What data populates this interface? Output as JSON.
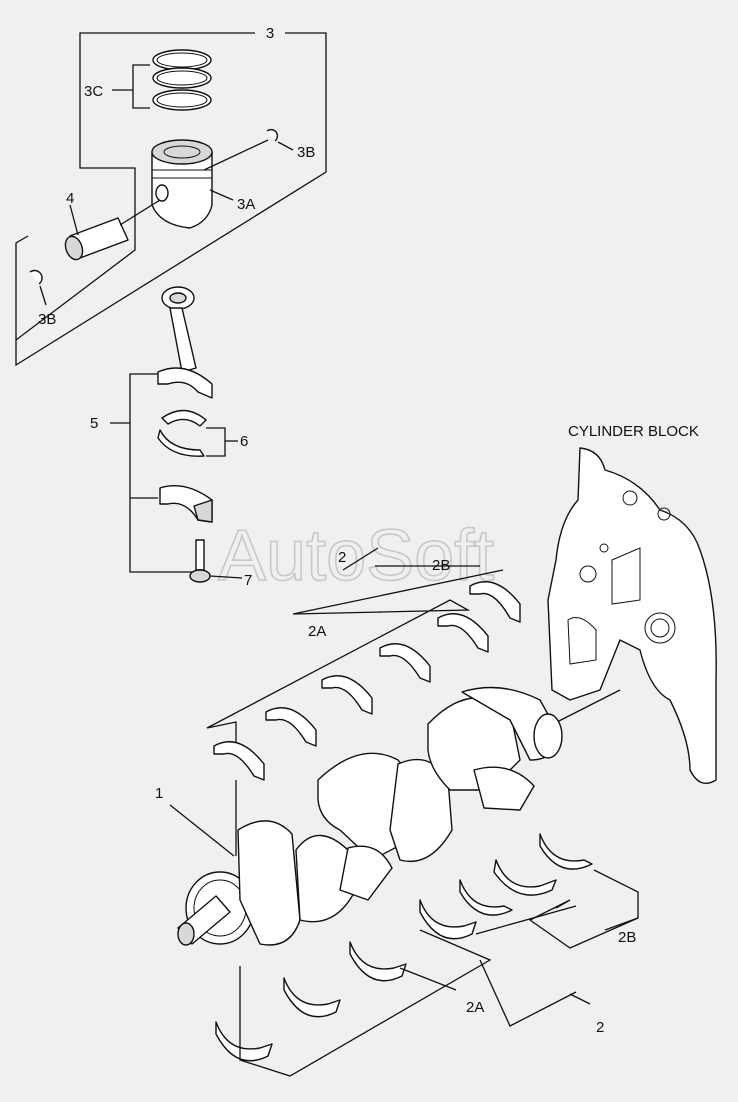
{
  "labels": {
    "l3": "3",
    "l3c": "3C",
    "l3b_top": "3B",
    "l3a": "3A",
    "l4": "4",
    "l3b_left": "3B",
    "l5": "5",
    "l6": "6",
    "l7": "7",
    "cylinder_block": "CYLINDER BLOCK",
    "l2_upper": "2",
    "l2b_upper": "2B",
    "l2a_upper": "2A",
    "l1": "1",
    "l2b_lower": "2B",
    "l2a_lower": "2A",
    "l2_lower": "2"
  },
  "watermark": "AutoSoft",
  "colors": {
    "background": "#f0f0f0",
    "line": "#111111",
    "watermark": "#c8c8c8"
  }
}
